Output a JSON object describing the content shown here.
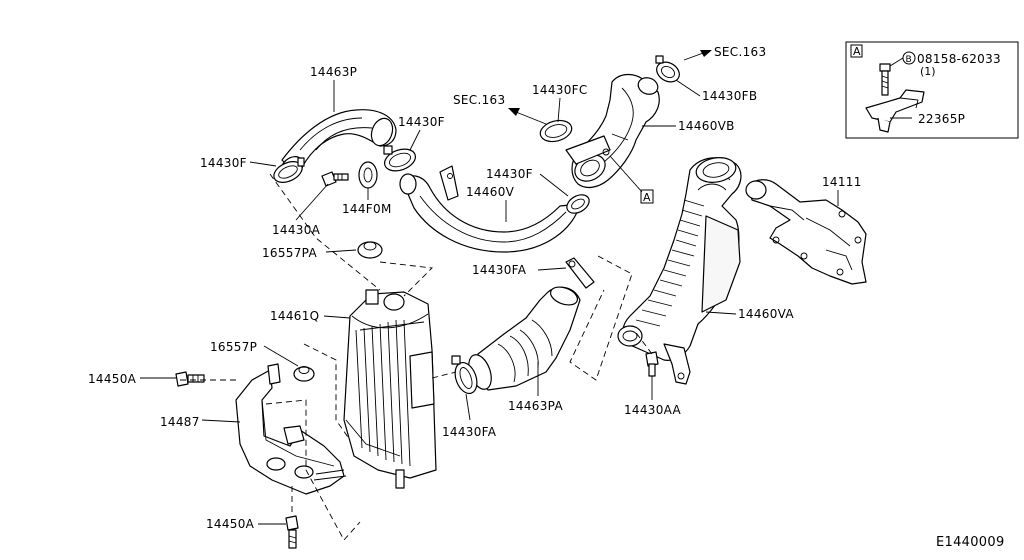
{
  "diagram_id": "E1440009",
  "labels": {
    "p14463P": "14463P",
    "p14430F_left": "14430F",
    "p14430F_mid": "14430F",
    "p14430A": "14430A",
    "p144F0M": "144F0M",
    "p14460V": "14460V",
    "p14430F_right": "14430F",
    "p16557PA": "16557PA",
    "p14430FA_top": "14430FA",
    "p14461Q": "14461Q",
    "p16557P": "16557P",
    "p14450A_top": "14450A",
    "p14487": "14487",
    "p14450A_bottom": "14450A",
    "p14430FA_bottom": "14430FA",
    "p14463PA": "14463PA",
    "p14430AA": "14430AA",
    "p14460VA": "14460VA",
    "p14111": "14111",
    "p14430FC": "14430FC",
    "p14460VB": "14460VB",
    "p14430FB": "14430FB",
    "sec163_top": "SEC.163",
    "sec163_mid": "SEC.163",
    "ref_A": "A",
    "inset_A": "A",
    "inset_bolt": "08158-62033",
    "inset_bolt_prefix": "B",
    "inset_qty": "(1)",
    "inset_bracket": "22365P"
  }
}
